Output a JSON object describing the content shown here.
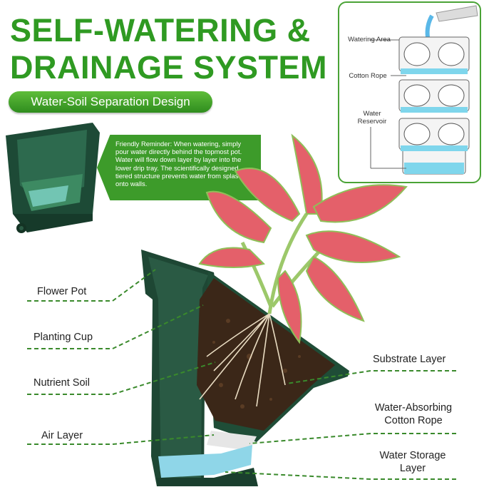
{
  "title": {
    "line1": "SELF-WATERING &",
    "line2": "DRAINAGE SYSTEM"
  },
  "pill_label": "Water-Soil Separation Design",
  "reminder_text": "Friendly Reminder: When watering, simply pour water directly behind the topmost pot. Water will flow down layer by layer into the lower drip tray. The scientifically designed tiered structure prevents water from splashing onto walls.",
  "inset_labels": {
    "watering_area": "Watering Area",
    "cotton_rope": "Cotton Rope",
    "water_reservoir": "Water\nReservoir"
  },
  "left_labels": {
    "flower_pot": "Flower Pot",
    "planting_cup": "Planting Cup",
    "nutrient_soil": "Nutrient Soil",
    "air_layer": "Air Layer"
  },
  "right_labels": {
    "substrate_layer": "Substrate Layer",
    "cotton_rope": "Water-Absorbing\nCotton Rope",
    "water_storage": "Water Storage\nLayer"
  },
  "colors": {
    "brand_green": "#2f9a22",
    "pot_green": "#1f4a35",
    "soil": "#3b2718",
    "water": "#8fd6e8",
    "leaf_red": "#e4606a",
    "leaf_green": "#7fb24a"
  },
  "icons": {
    "product_photo": "planter-cross-section",
    "inset_diagram": "stacked-planter-diagram",
    "small_pot": "single-pot-photo"
  }
}
